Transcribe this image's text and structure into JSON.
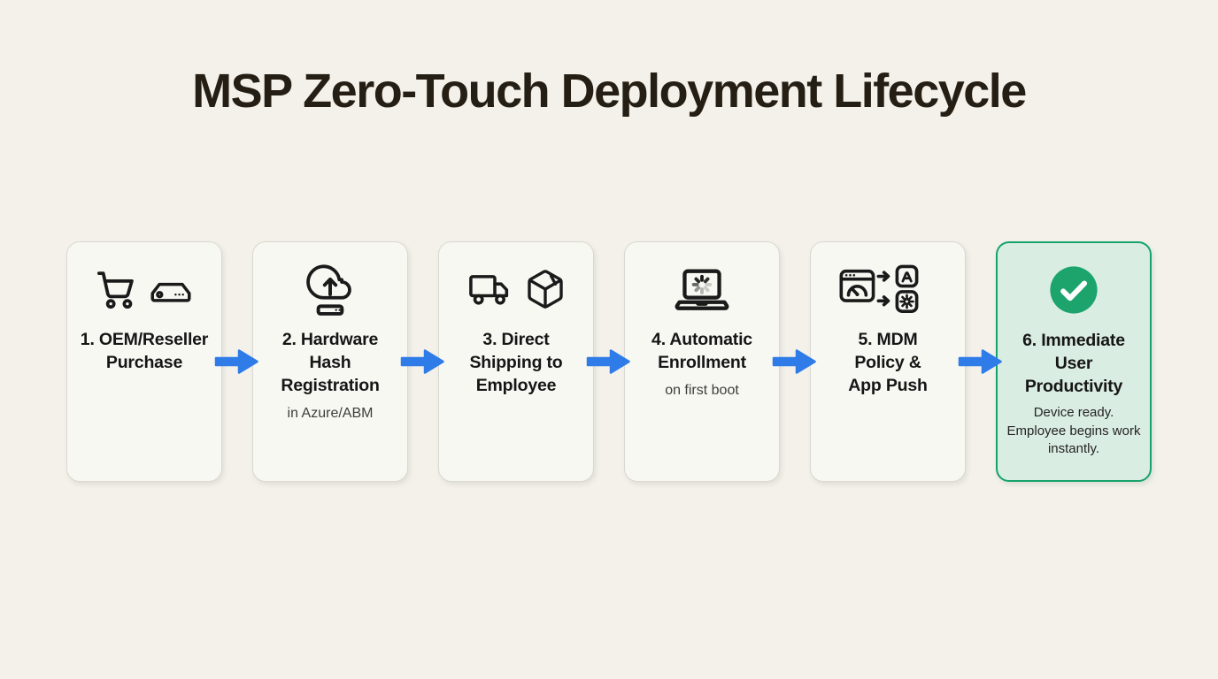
{
  "title": "MSP Zero-Touch Deployment Lifecycle",
  "colors": {
    "page_background": "#F3F1EA",
    "card_background": "#F8F8F3",
    "card_border": "#D9D8D1",
    "arrow_blue": "#2F7CE8",
    "success_green": "#1CA46C",
    "success_card_background": "#DAEDE2",
    "success_card_border": "#15A36C",
    "title_text": "#251E14",
    "step_title_text": "#161616",
    "step_subtitle_text": "#3D3D3B"
  },
  "steps": [
    {
      "id": 1,
      "title_lines": [
        "1. OEM/Reseller",
        "Purchase"
      ],
      "subtitle": "",
      "icons": [
        "shopping-cart-icon",
        "device-box-icon"
      ]
    },
    {
      "id": 2,
      "title_lines": [
        "2. Hardware",
        "Hash",
        "Registration"
      ],
      "subtitle": "in Azure/ABM",
      "icons": [
        "cloud-upload-icon"
      ]
    },
    {
      "id": 3,
      "title_lines": [
        "3. Direct",
        "Shipping to",
        "Employee"
      ],
      "subtitle": "",
      "icons": [
        "delivery-truck-icon",
        "package-box-icon"
      ]
    },
    {
      "id": 4,
      "title_lines": [
        "4. Automatic",
        "Enrollment"
      ],
      "subtitle": "on first boot",
      "icons": [
        "laptop-loading-icon"
      ]
    },
    {
      "id": 5,
      "title_lines": [
        "5. MDM",
        "Policy &",
        "App Push"
      ],
      "subtitle": "",
      "icons": [
        "mdm-push-apps-icon"
      ]
    },
    {
      "id": 6,
      "title_lines": [
        "6. Immediate",
        "User",
        "Productivity"
      ],
      "subtitle": "Device ready. Employee begins work instantly.",
      "highlighted": true,
      "icons": [
        "check-circle-icon"
      ]
    }
  ],
  "connector": {
    "icon": "arrow-right-icon",
    "count": 5
  }
}
